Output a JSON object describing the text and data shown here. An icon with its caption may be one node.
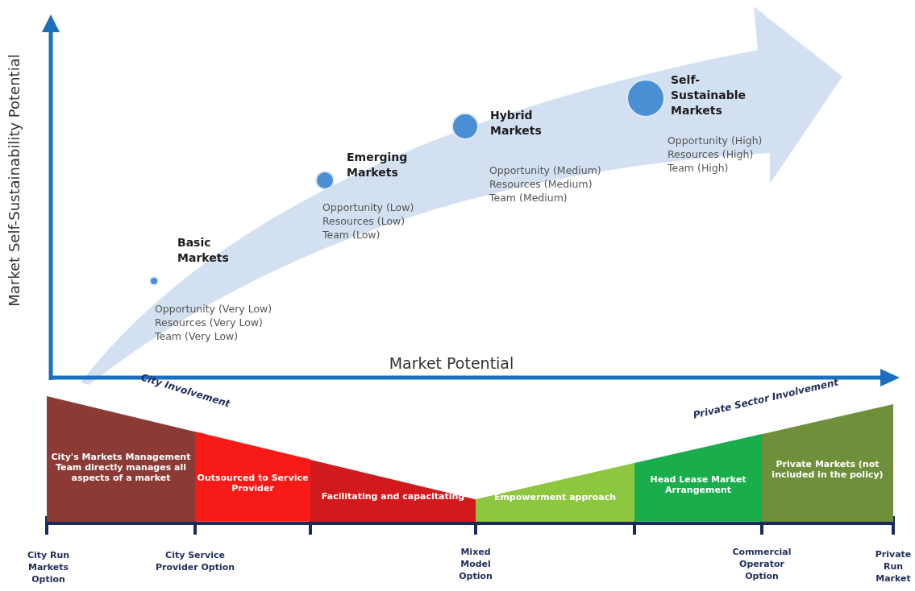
{
  "diagram": {
    "nodes": [
      {
        "text": [
          "Basic Markets",
          "Opportunity (Very Low)",
          "Resources (Very Low)",
          "Team (Very Low)"
        ]
      },
      {
        "text": [
          "Emerging Markets",
          "Opportunity (Low)",
          "Resources (Low)",
          "Team (Low)"
        ]
      },
      {
        "text": [
          "Hybrid Markets",
          "Opportunity (Medium)",
          "Resources (Medium)",
          "Team (Medium)"
        ]
      },
      {
        "text": [
          "Self-Sustainable Markets",
          "Opportunity (High)",
          "Resources (High)",
          "Team (High)"
        ]
      },
      {
        "text": [
          "City's Markets Management Team directly manages all aspects of a market"
        ]
      },
      {
        "text": [
          "Outsourced to Service Provider"
        ]
      },
      {
        "text": [
          "Facilitating and capacitating"
        ]
      },
      {
        "text": [
          "Empowerment approach"
        ]
      },
      {
        "text": [
          "Head Lease Market Arrangement"
        ]
      },
      {
        "text": [
          "Private Markets (not included in the policy)"
        ]
      }
    ],
    "edges": [],
    "labels": [
      "Market Self-Sustainability Potential",
      "Market Potential",
      "City Involvement",
      "Private Sector Involvement",
      "City Run Markets Option",
      "City Service Provider Option",
      "Mixed Model Option",
      "Commercial Operator Option",
      "Private Run Market"
    ]
  }
}
